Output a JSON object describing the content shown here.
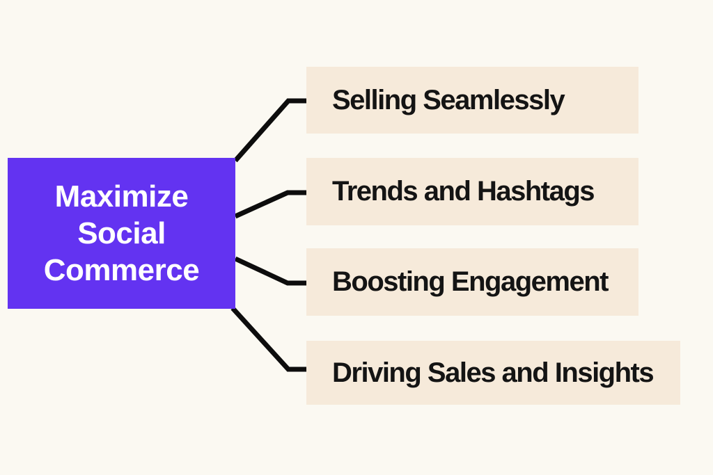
{
  "diagram": {
    "type": "mindmap",
    "background_color": "#fbf9f2",
    "center": {
      "label": "Maximize Social Commerce",
      "lines": [
        "Maximize",
        "Social",
        "Commerce"
      ],
      "bg_color": "#6333f1",
      "text_color": "#ffffff"
    },
    "branches": [
      {
        "label": "Selling Seamlessly"
      },
      {
        "label": "Trends and Hashtags"
      },
      {
        "label": "Boosting Engagement"
      },
      {
        "label": "Driving Sales and Insights"
      }
    ],
    "branch_bg_color": "#f6eada",
    "branch_text_color": "#141414",
    "connector_color": "#0d0d0d"
  }
}
